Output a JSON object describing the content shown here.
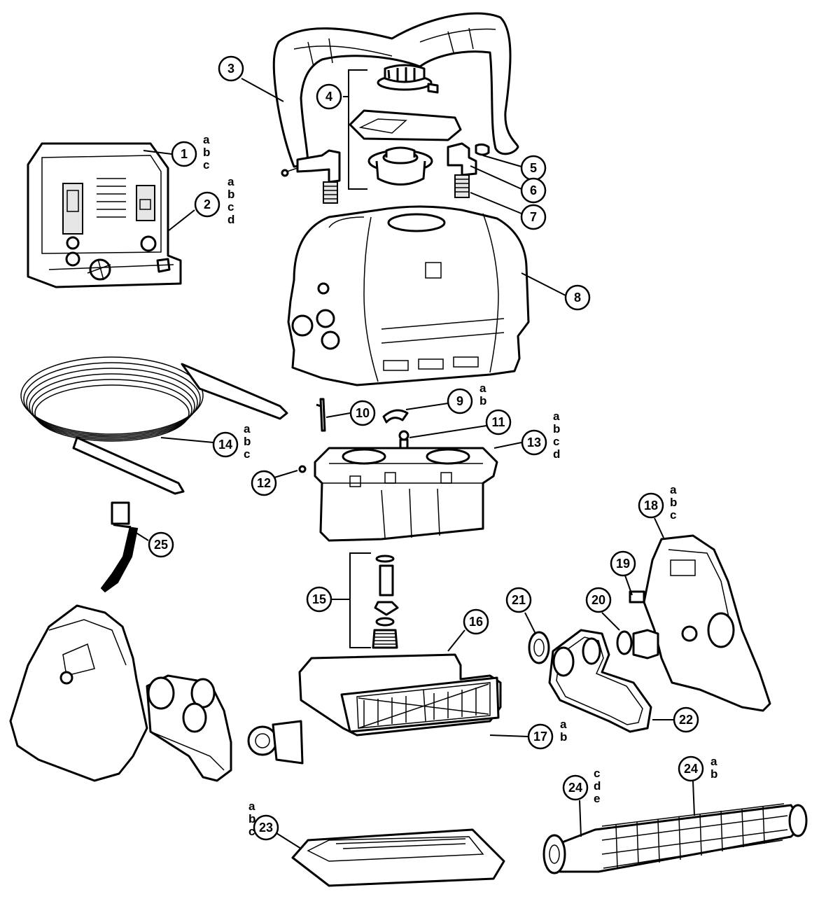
{
  "callouts": [
    {
      "id": "1",
      "sub": [
        "a",
        "b",
        "c"
      ]
    },
    {
      "id": "2",
      "sub": [
        "a",
        "b",
        "c",
        "d"
      ]
    },
    {
      "id": "3",
      "sub": []
    },
    {
      "id": "4",
      "sub": []
    },
    {
      "id": "5",
      "sub": []
    },
    {
      "id": "6",
      "sub": []
    },
    {
      "id": "7",
      "sub": []
    },
    {
      "id": "8",
      "sub": []
    },
    {
      "id": "9",
      "sub": [
        "a",
        "b"
      ]
    },
    {
      "id": "10",
      "sub": []
    },
    {
      "id": "11",
      "sub": []
    },
    {
      "id": "12",
      "sub": []
    },
    {
      "id": "13",
      "sub": [
        "a",
        "b",
        "c",
        "d"
      ]
    },
    {
      "id": "14",
      "sub": [
        "a",
        "b",
        "c"
      ]
    },
    {
      "id": "15",
      "sub": []
    },
    {
      "id": "16",
      "sub": []
    },
    {
      "id": "17",
      "sub": [
        "a",
        "b"
      ]
    },
    {
      "id": "18",
      "sub": [
        "a",
        "b",
        "c"
      ]
    },
    {
      "id": "19",
      "sub": []
    },
    {
      "id": "20",
      "sub": []
    },
    {
      "id": "21",
      "sub": []
    },
    {
      "id": "22",
      "sub": []
    },
    {
      "id": "23",
      "sub": [
        "a",
        "b",
        "c"
      ]
    },
    {
      "id": "24",
      "sub": [
        "c",
        "d",
        "e"
      ]
    },
    {
      "id": "24",
      "sub": [
        "a",
        "b"
      ]
    },
    {
      "id": "25",
      "sub": []
    }
  ]
}
